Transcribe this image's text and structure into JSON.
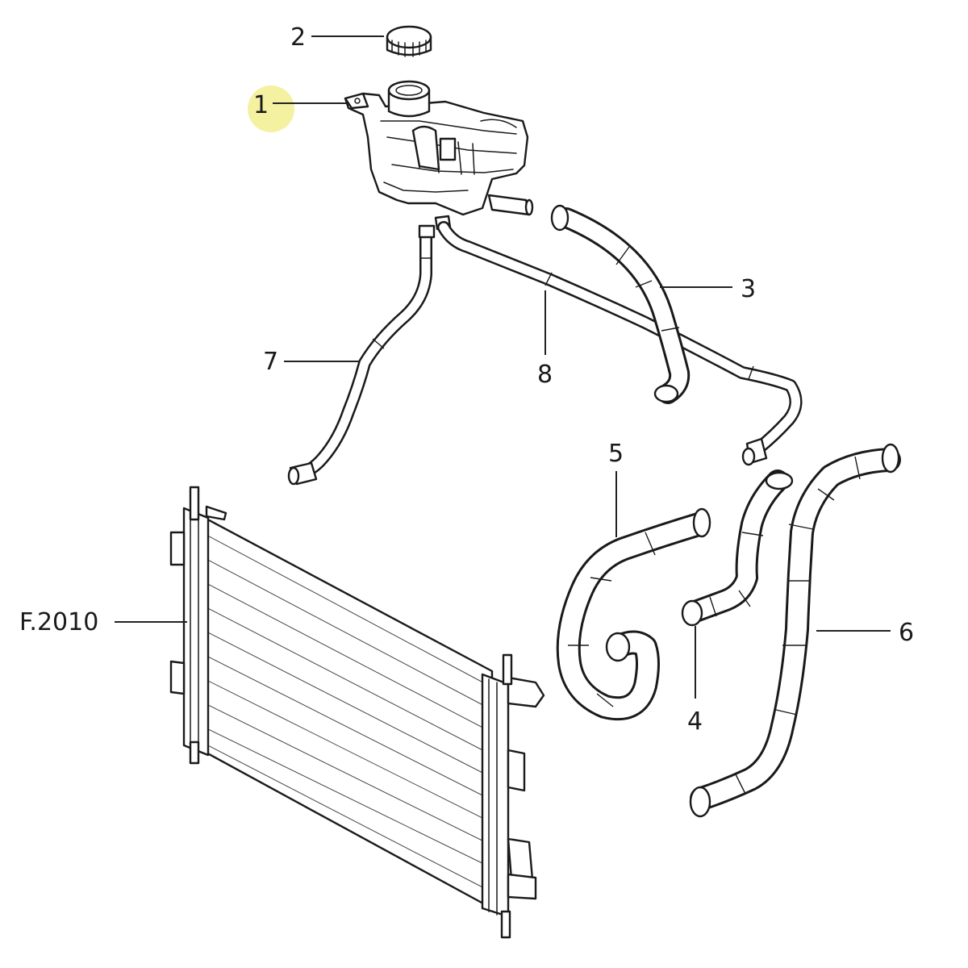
{
  "callouts": [
    {
      "id": "1",
      "text": "1",
      "highlighted": true
    },
    {
      "id": "2",
      "text": "2"
    },
    {
      "id": "3",
      "text": "3"
    },
    {
      "id": "4",
      "text": "4"
    },
    {
      "id": "5",
      "text": "5"
    },
    {
      "id": "6",
      "text": "6"
    },
    {
      "id": "7",
      "text": "7"
    },
    {
      "id": "8",
      "text": "8"
    },
    {
      "id": "radiator-ref",
      "text": "F.2010"
    }
  ],
  "colors": {
    "highlight": "#f4f1a0",
    "ink": "#1a1a1a",
    "background": "#ffffff"
  }
}
